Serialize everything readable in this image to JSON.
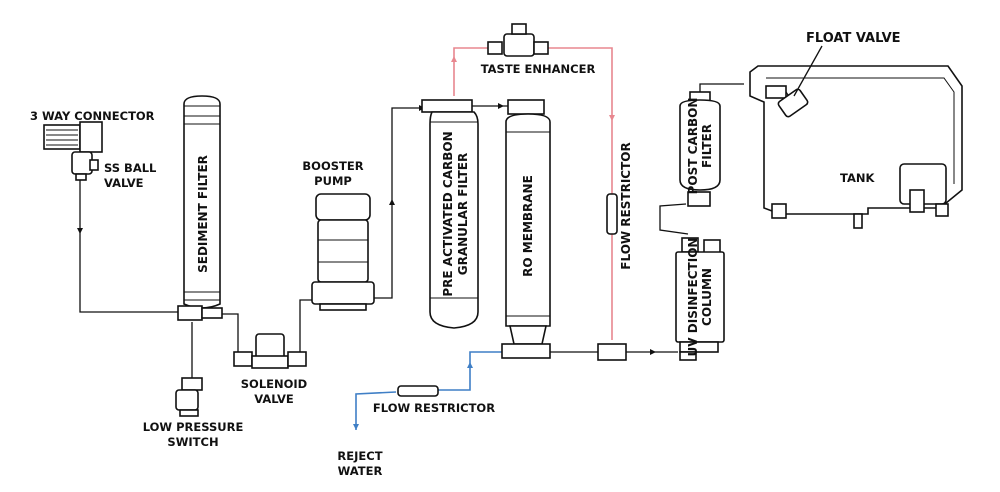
{
  "colors": {
    "line": "#111111",
    "taste_path": "#e8878f",
    "reject_path": "#3f7fc6"
  },
  "labels": {
    "three_way_connector": "3 WAY CONNECTOR",
    "ss_ball_valve_1": "SS BALL",
    "ss_ball_valve_2": "VALVE",
    "sediment_filter": "SEDIMENT FILTER",
    "booster_pump_1": "BOOSTER",
    "booster_pump_2": "PUMP",
    "solenoid_valve_1": "SOLENOID",
    "solenoid_valve_2": "VALVE",
    "low_pressure_switch_1": "LOW PRESSURE",
    "low_pressure_switch_2": "SWITCH",
    "pre_carbon_1": "PRE ACTIVATED CARBON",
    "pre_carbon_2": "GRANULAR FILTER",
    "ro_membrane": "RO MEMBRANE",
    "taste_enhancer": "TASTE ENHANCER",
    "flow_restrictor_vertical": "FLOW RESTRICTOR",
    "flow_restrictor_reject": "FLOW RESTRICTOR",
    "reject_water_1": "REJECT",
    "reject_water_2": "WATER",
    "post_carbon_1": "POST CARBON",
    "post_carbon_2": "FILTER",
    "uv_column_1": "UV DISINFECTION",
    "uv_column_2": "COLUMN",
    "tank": "TANK",
    "float_valve": "FLOAT VALVE"
  }
}
